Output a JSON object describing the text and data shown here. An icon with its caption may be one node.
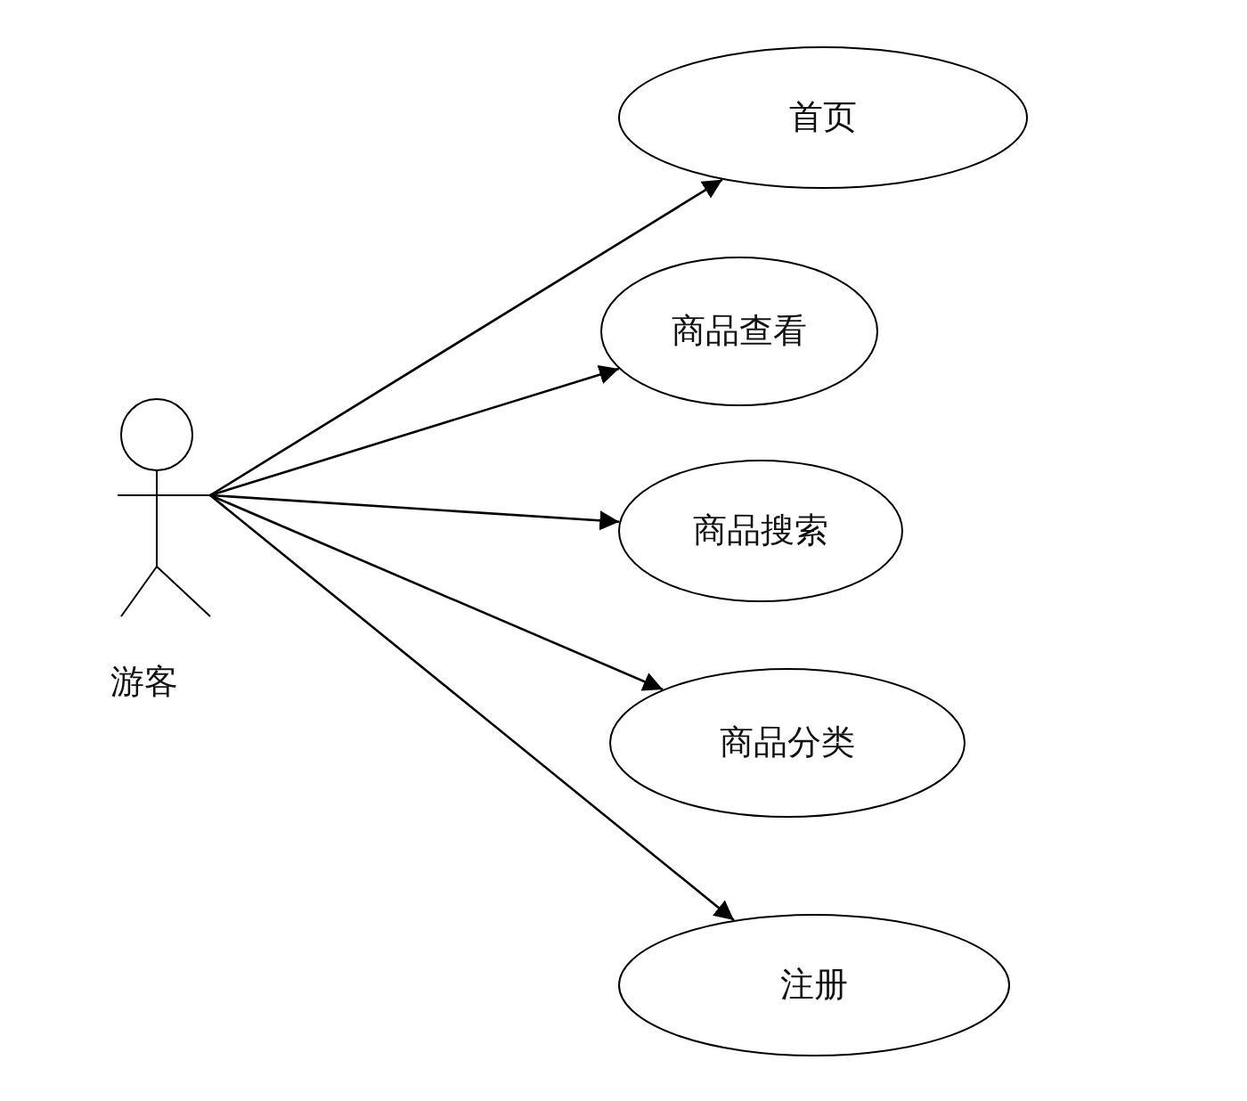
{
  "diagram": {
    "nodes": [
      {
        "text": [
          "游客"
        ]
      },
      {
        "text": [
          "首页"
        ]
      },
      {
        "text": [
          "商品查看"
        ]
      },
      {
        "text": [
          "商品搜索"
        ]
      },
      {
        "text": [
          "商品分类"
        ]
      },
      {
        "text": [
          "注册"
        ]
      }
    ],
    "edges": [
      {
        "from": 0,
        "to": 1,
        "arrow": "to"
      },
      {
        "from": 0,
        "to": 2,
        "arrow": "to"
      },
      {
        "from": 0,
        "to": 3,
        "arrow": "to"
      },
      {
        "from": 0,
        "to": 4,
        "arrow": "to"
      },
      {
        "from": 0,
        "to": 5,
        "arrow": "to"
      }
    ]
  }
}
